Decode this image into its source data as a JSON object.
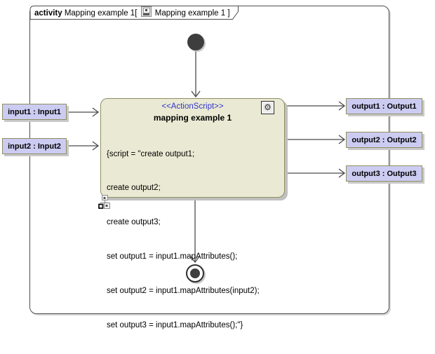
{
  "colors": {
    "frame_border": "#4d4d4d",
    "edge": "#4a4a4a",
    "action_fill": "#eaead4",
    "action_border": "#8f8f62",
    "pin_fill": "#ccccf2",
    "pin_border": "#8f8f62",
    "stereotype": "#3333cc"
  },
  "frame": {
    "keyword": "activity",
    "name_part": " Mapping example 1[ ",
    "diagram_part": " Mapping example 1 ]"
  },
  "action": {
    "stereotype": "<<ActionScript>>",
    "name": "mapping example 1",
    "script_lines": [
      "{script = \"create output1;",
      "create output2;",
      "create output3;",
      "set output1 = input1.mapAttributes();",
      "set output2 = input1.mapAttributes(input2);",
      "set output3 = input1.mapAttributes();\"}"
    ]
  },
  "inputs": [
    {
      "label": "input1 : Input1"
    },
    {
      "label": "input2 : Input2"
    }
  ],
  "outputs": [
    {
      "label": "output1 : Output1"
    },
    {
      "label": "output2 : Output2"
    },
    {
      "label": "output3 : Output3"
    }
  ],
  "icons": {
    "gear": "⚙"
  }
}
